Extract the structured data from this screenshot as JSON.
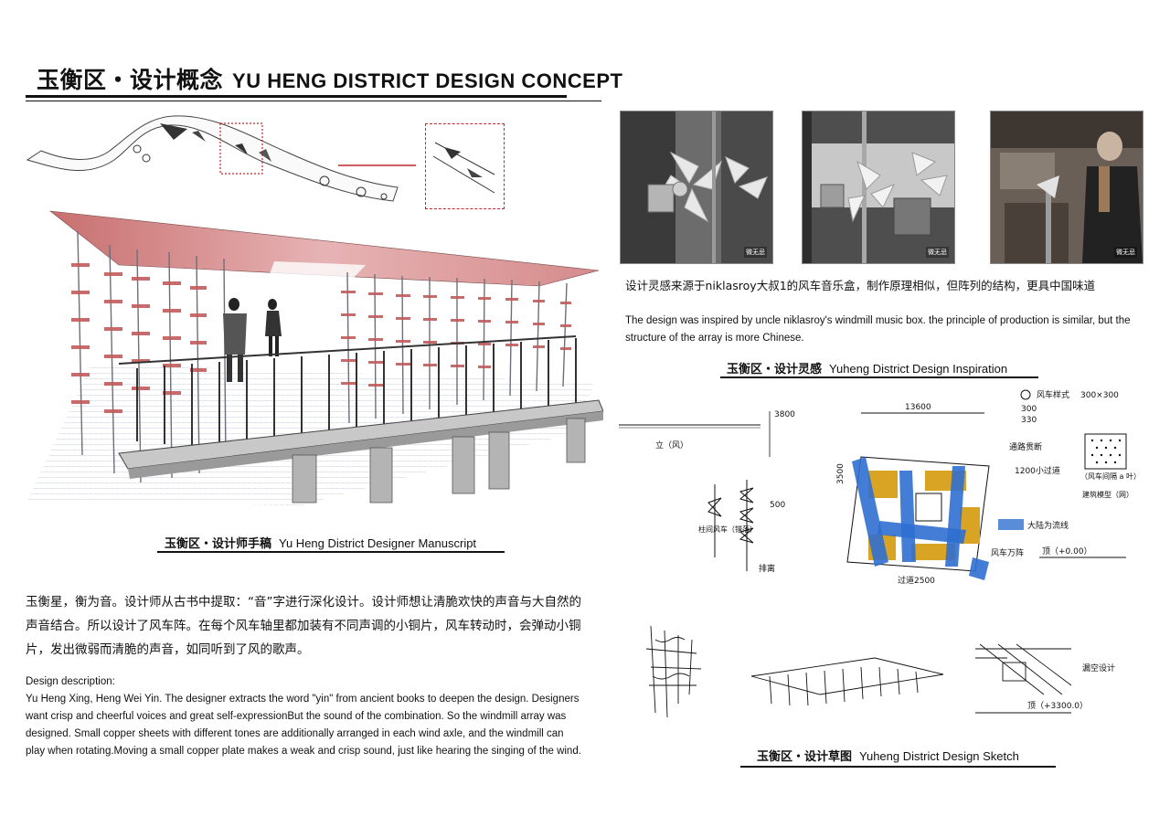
{
  "header": {
    "title_cn": "玉衡区・设计概念",
    "title_en": "YU HENG DISTRICT DESIGN CONCEPT"
  },
  "manuscript": {
    "caption_cn": "玉衡区・设计师手稿",
    "caption_en": "Yu Heng District Designer Manuscript"
  },
  "description": {
    "cn": "玉衡星，衡为音。设计师从古书中提取：“音”字进行深化设计。设计师想让清脆欢快的声音与大自然的声音结合。所以设计了风车阵。在每个风车轴里都加装有不同声调的小铜片，风车转动时，会弹动小铜片，发出微弱而清脆的声音，如同听到了风的歌声。",
    "en_heading": "Design description:",
    "en_body": "Yu Heng Xing, Heng Wei Yin. The designer extracts the word \"yin\" from ancient books to deepen the design. Designers want crisp and cheerful voices and great self-expressionBut the sound of the combination. So the windmill array was designed. Small copper sheets with different tones are additionally arranged in each wind axle, and the windmill can play when rotating.Moving a small copper plate makes a weak and crisp sound, just like hearing the singing of the wind."
  },
  "inspiration": {
    "text_cn": "设计灵感来源于niklasroy大叔1的风车音乐盒，制作原理相似，但阵列的结构，更具中国味道",
    "text_en": "The design was inspired by uncle niklasroy's windmill music box. the principle of production is similar, but the structure of the array is more Chinese.",
    "caption_cn": "玉衡区・设计灵感",
    "caption_en": "Yuheng District Design Inspiration",
    "photo_watermark": "微无忌"
  },
  "sketch": {
    "caption_cn": "玉衡区・设计草图",
    "caption_en": "Yuheng District Design Sketch",
    "annotations": {
      "dim_top": "13600",
      "dim_left": "3500",
      "dim_small": "3800",
      "dim_500": "500",
      "elev_label": "立（风）",
      "windmill_label": "风车样式",
      "windmill_size": "300×300",
      "size_300": "300",
      "size_330": "330",
      "texture_label": "（风车间隔 a 叶）",
      "texture_label2": "建筑模型（网）",
      "opening": "通路贯断",
      "walk_1200": "1200小过道",
      "flow": "大陆为流线",
      "windmill_array": "风车万阵",
      "level_0": "顶（+0.00）",
      "path_2500": "过道2500",
      "column_label": "柱间风车（错落）",
      "drain_label": "排离",
      "hollow": "漏空设计",
      "level_3": "顶（+3300.0）"
    }
  }
}
